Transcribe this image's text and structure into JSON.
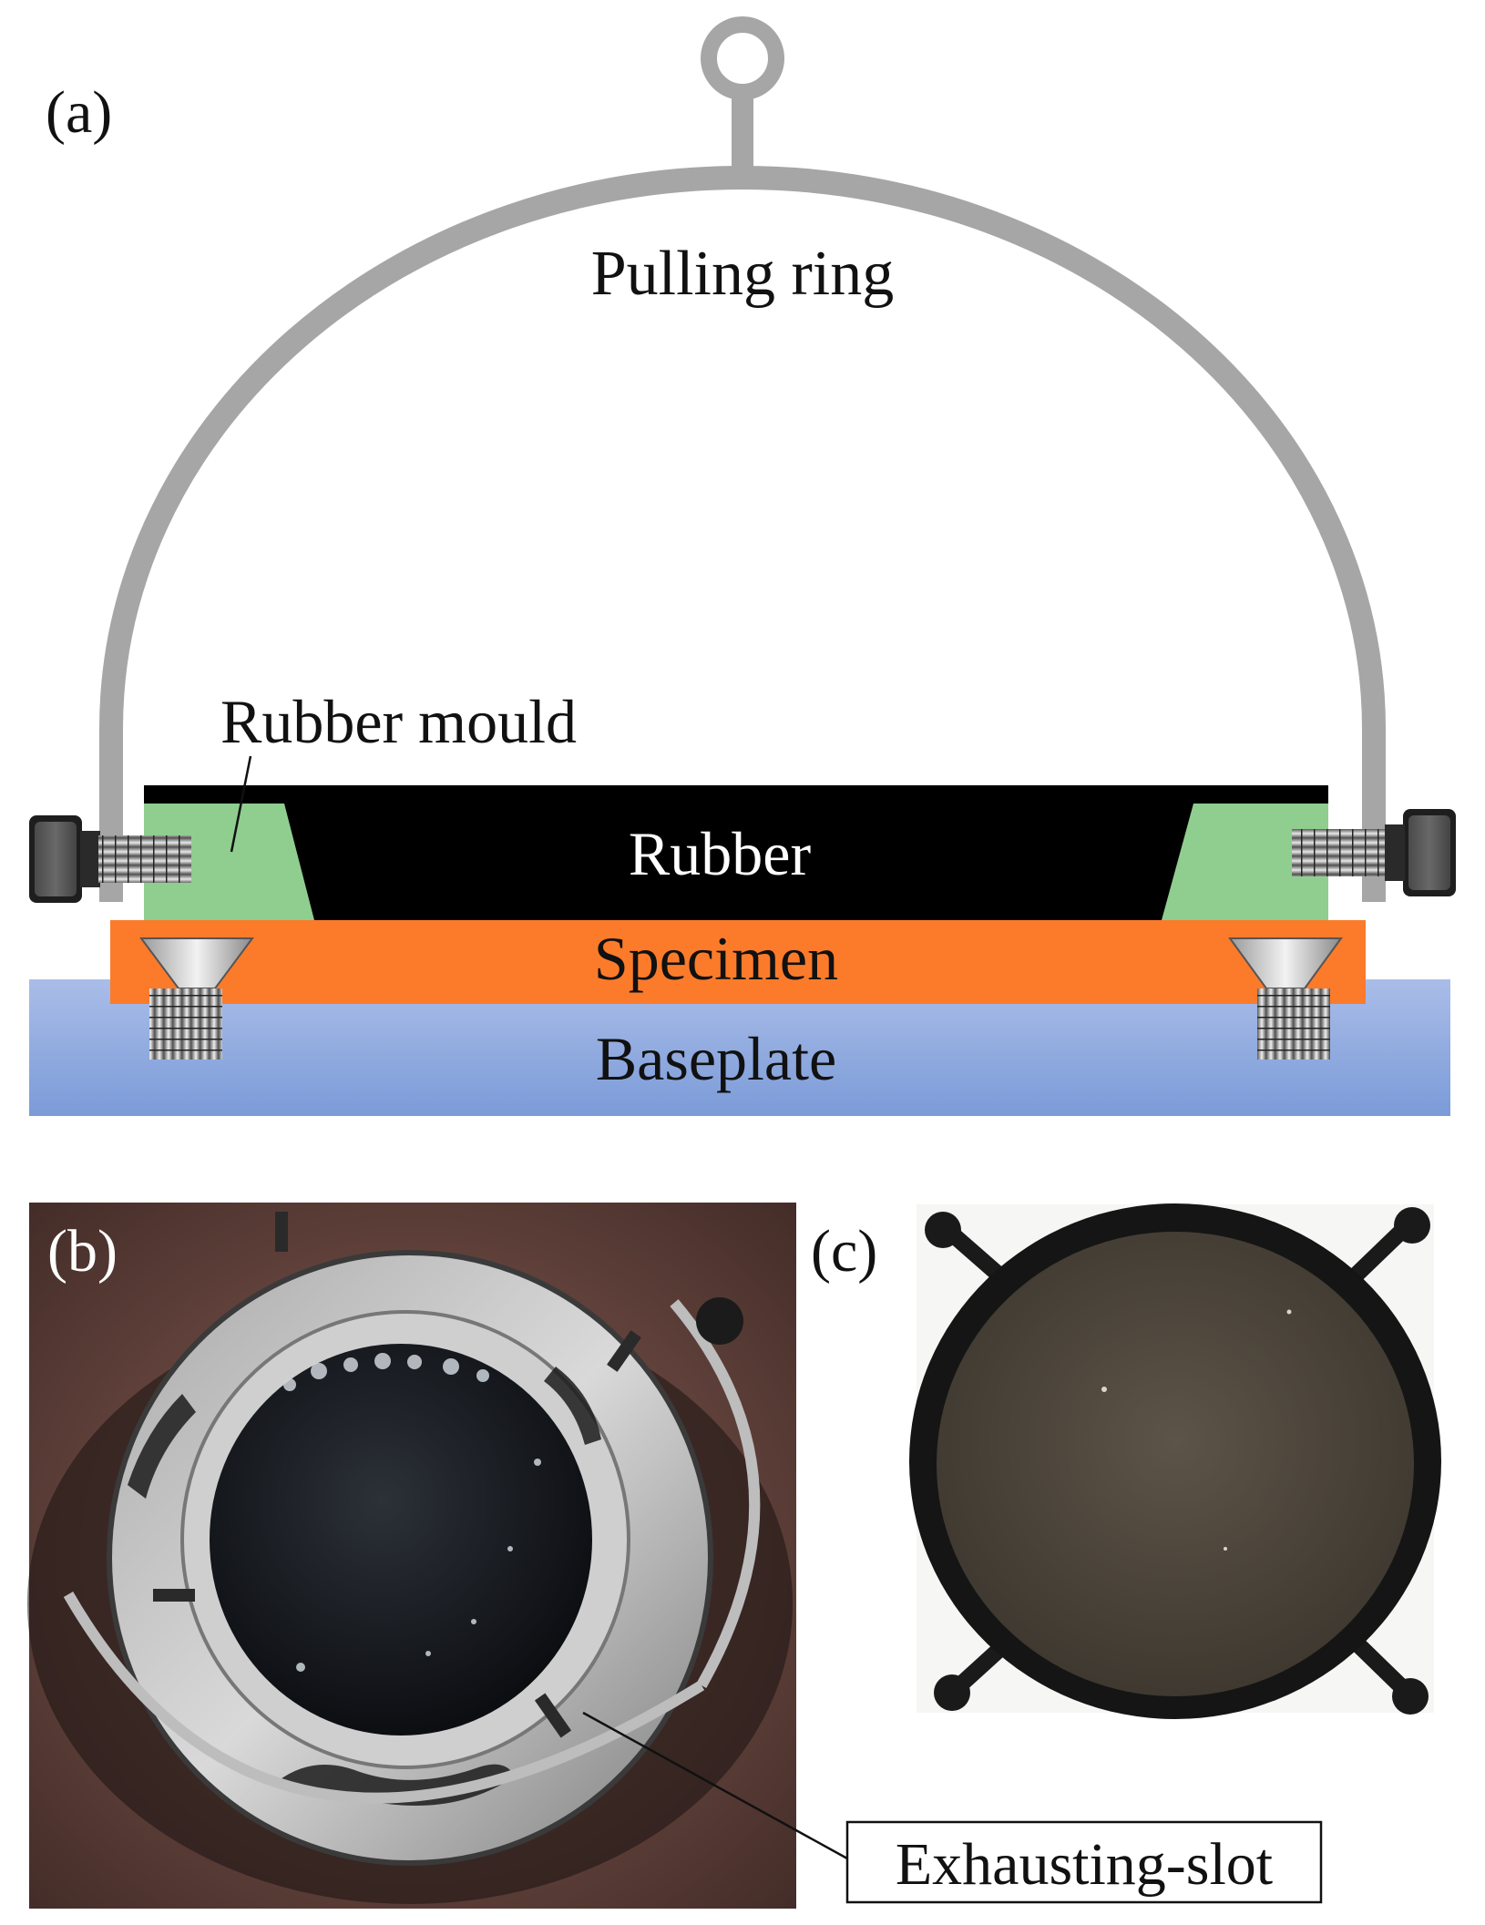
{
  "panels": {
    "a": {
      "tag": "(a)"
    },
    "b": {
      "tag": "(b)"
    },
    "c": {
      "tag": "(c)"
    }
  },
  "labels": {
    "pulling_ring": "Pulling ring",
    "rubber_mould": "Rubber mould",
    "rubber": "Rubber",
    "specimen": "Specimen",
    "baseplate": "Baseplate",
    "exhausting_slot": "Exhausting-slot"
  },
  "colors": {
    "ring": "#a6a6a6",
    "rubber": "#000000",
    "mould": "#8fce8f",
    "specimen": "#fb7b2b",
    "baseplate_top": "#aabde8",
    "baseplate_bottom": "#7b9bd8",
    "bolt": "#c9c9c9"
  }
}
